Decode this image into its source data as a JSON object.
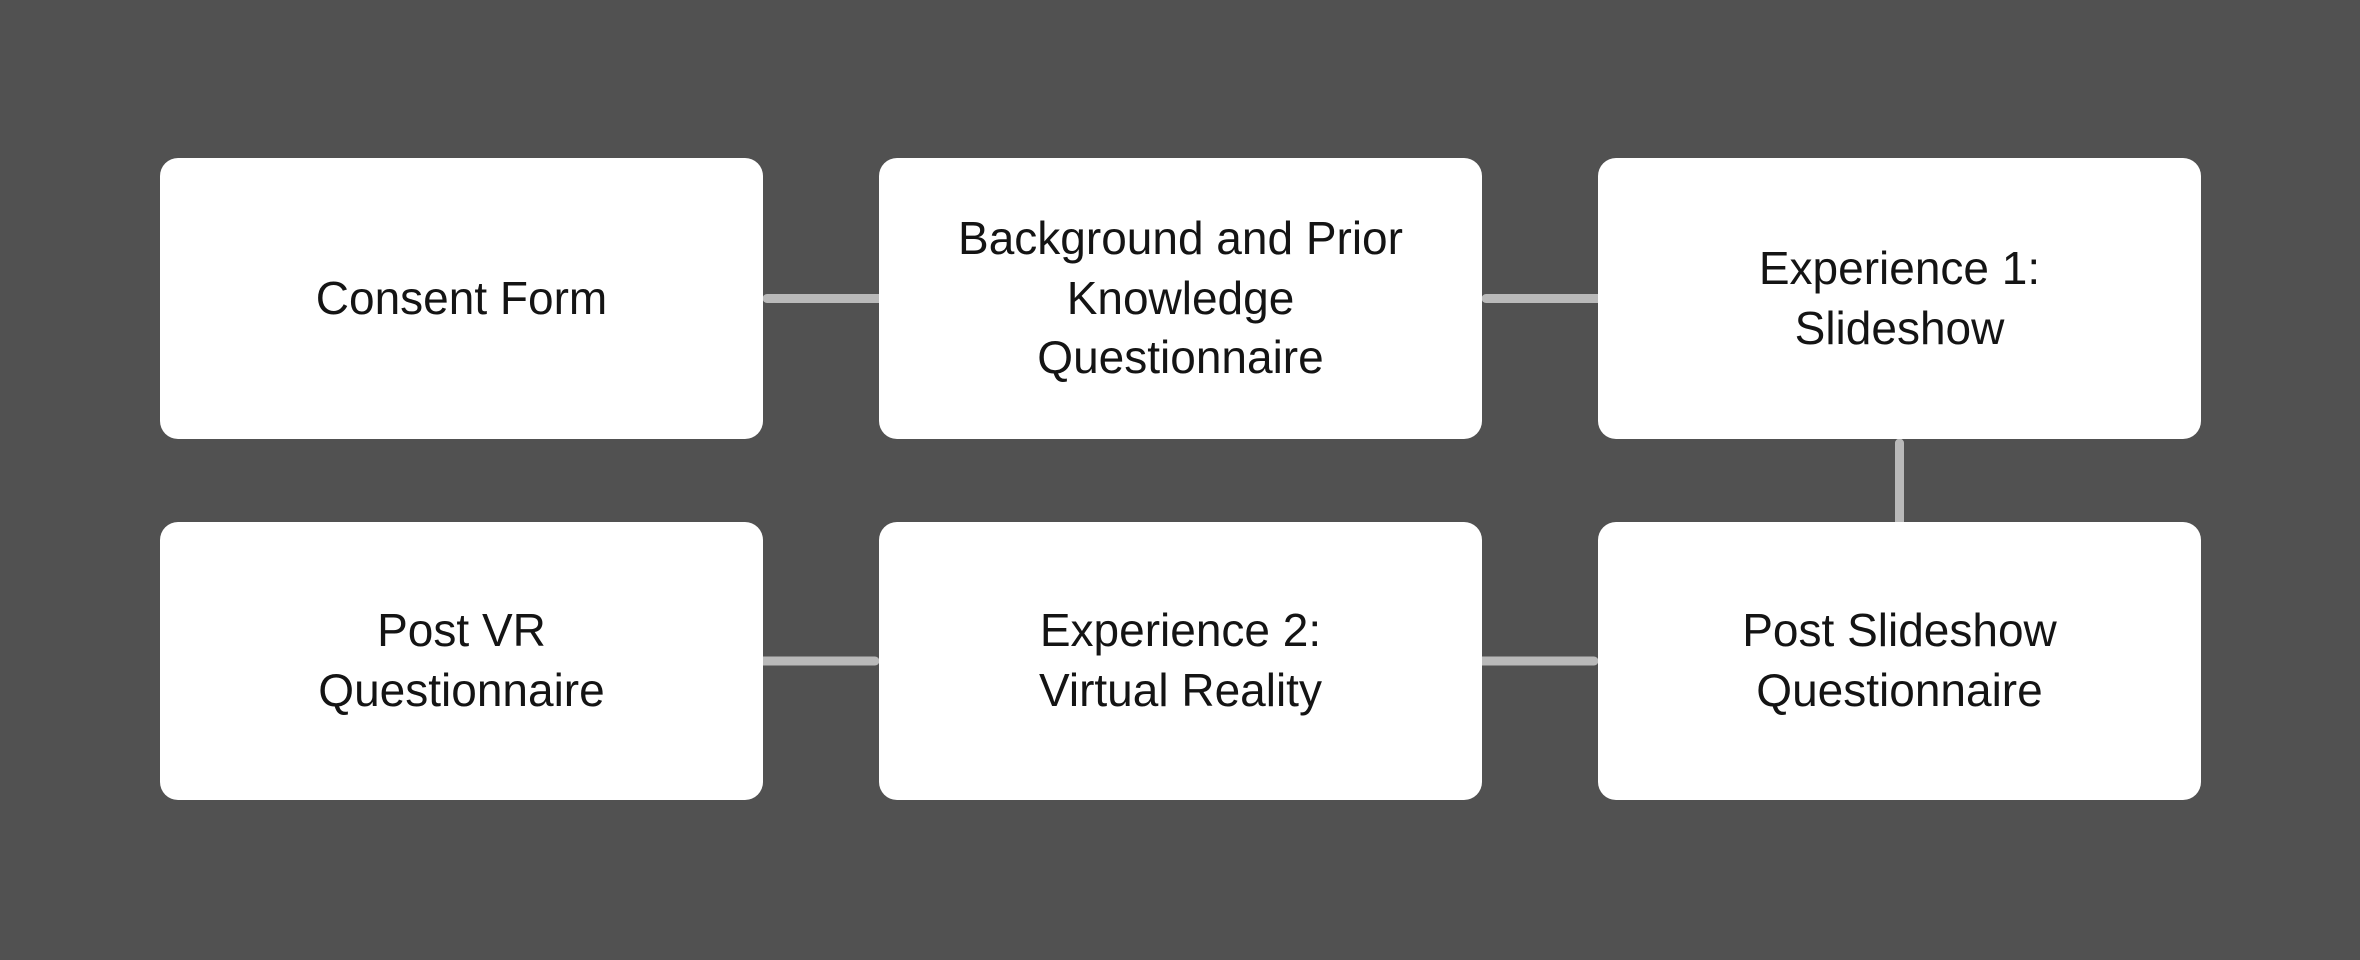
{
  "colors": {
    "background": "#515151",
    "node_fill": "#ffffff",
    "node_text": "#141414",
    "arrow": "#b9b9b9"
  },
  "nodes": [
    {
      "id": "consent-form",
      "label": "Consent Form",
      "row": 0,
      "col": 0
    },
    {
      "id": "background-prior-knowledge-questionnaire",
      "label": "Background and Prior\nKnowledge\nQuestionnaire",
      "row": 0,
      "col": 1
    },
    {
      "id": "experience-1-slideshow",
      "label": "Experience 1:\nSlideshow",
      "row": 0,
      "col": 2
    },
    {
      "id": "post-vr-questionnaire",
      "label": "Post VR\nQuestionnaire",
      "row": 1,
      "col": 0
    },
    {
      "id": "experience-2-virtual-reality",
      "label": "Experience 2:\nVirtual Reality",
      "row": 1,
      "col": 1
    },
    {
      "id": "post-slideshow-questionnaire",
      "label": "Post Slideshow\nQuestionnaire",
      "row": 1,
      "col": 2
    }
  ],
  "edges": [
    {
      "from": "consent-form",
      "to": "background-prior-knowledge-questionnaire"
    },
    {
      "from": "background-prior-knowledge-questionnaire",
      "to": "experience-1-slideshow"
    },
    {
      "from": "experience-1-slideshow",
      "to": "post-slideshow-questionnaire"
    },
    {
      "from": "post-slideshow-questionnaire",
      "to": "experience-2-virtual-reality"
    },
    {
      "from": "experience-2-virtual-reality",
      "to": "post-vr-questionnaire"
    }
  ]
}
